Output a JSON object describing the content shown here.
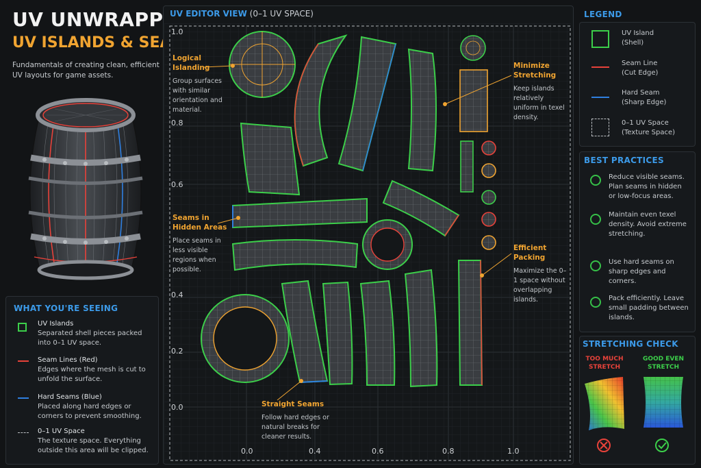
{
  "header": {
    "title": "UV UNWRAPPING",
    "subtitle": "UV ISLANDS & SEAMS",
    "description": "Fundamentals of creating clean, efficient UV layouts for game assets."
  },
  "editor": {
    "title": "UV EDITOR VIEW",
    "title_suffix": "(0–1 UV SPACE)",
    "y_ticks": [
      "1.0",
      "0.8",
      "0.6",
      "0.4",
      "0.2",
      "0.0"
    ],
    "x_ticks": [
      "0.0",
      "0.4",
      "0.6",
      "0.8",
      "1.0"
    ]
  },
  "callouts": {
    "logical": {
      "title": "Logical Islanding",
      "body": "Group surfaces with similar orientation and material."
    },
    "hidden": {
      "title": "Seams in Hidden Areas",
      "body": "Place seams in less visible regions when possible."
    },
    "minimize": {
      "title": "Minimize Stretching",
      "body": "Keep islands relatively uniform in texel density."
    },
    "packing": {
      "title": "Efficient Packing",
      "body": "Maximize the 0–1 space without overlapping islands."
    },
    "straight": {
      "title": "Straight Seams",
      "body": "Follow hard edges or natural breaks for cleaner results."
    }
  },
  "seeing": {
    "title": "WHAT YOU'RE SEEING",
    "items": [
      {
        "title": "UV Islands",
        "body": "Separated shell pieces packed into 0–1 UV space."
      },
      {
        "title": "Seam Lines (Red)",
        "body": "Edges where the mesh is cut to unfold the surface."
      },
      {
        "title": "Hard Seams (Blue)",
        "body": "Placed along hard edges or corners to prevent smoothing."
      },
      {
        "title": "0–1 UV Space",
        "body": "The texture space. Everything outside this area will be clipped."
      }
    ]
  },
  "legend": {
    "title": "LEGEND",
    "items": [
      {
        "line1": "UV Island",
        "line2": "(Shell)"
      },
      {
        "line1": "Seam Line",
        "line2": "(Cut Edge)"
      },
      {
        "line1": "Hard Seam",
        "line2": "(Sharp Edge)"
      },
      {
        "line1": "0–1 UV Space",
        "line2": "(Texture Space)"
      }
    ]
  },
  "practices": {
    "title": "BEST PRACTICES",
    "items": [
      "Reduce visible seams. Plan seams in hidden or low-focus areas.",
      "Maintain even texel density. Avoid extreme stretching.",
      "Use hard seams on sharp edges and corners.",
      "Pack efficiently. Leave small padding between islands."
    ]
  },
  "stretch": {
    "title": "STRETCHING CHECK",
    "bad_label": "TOO MUCH STRETCH",
    "good_label": "GOOD EVEN STRETCH"
  },
  "colors": {
    "accent_blue": "#3c9ae8",
    "accent_orange": "#f0a431",
    "island_green": "#3ccf4a",
    "seam_red": "#e8423a",
    "hard_seam_blue": "#2f7fe0"
  }
}
